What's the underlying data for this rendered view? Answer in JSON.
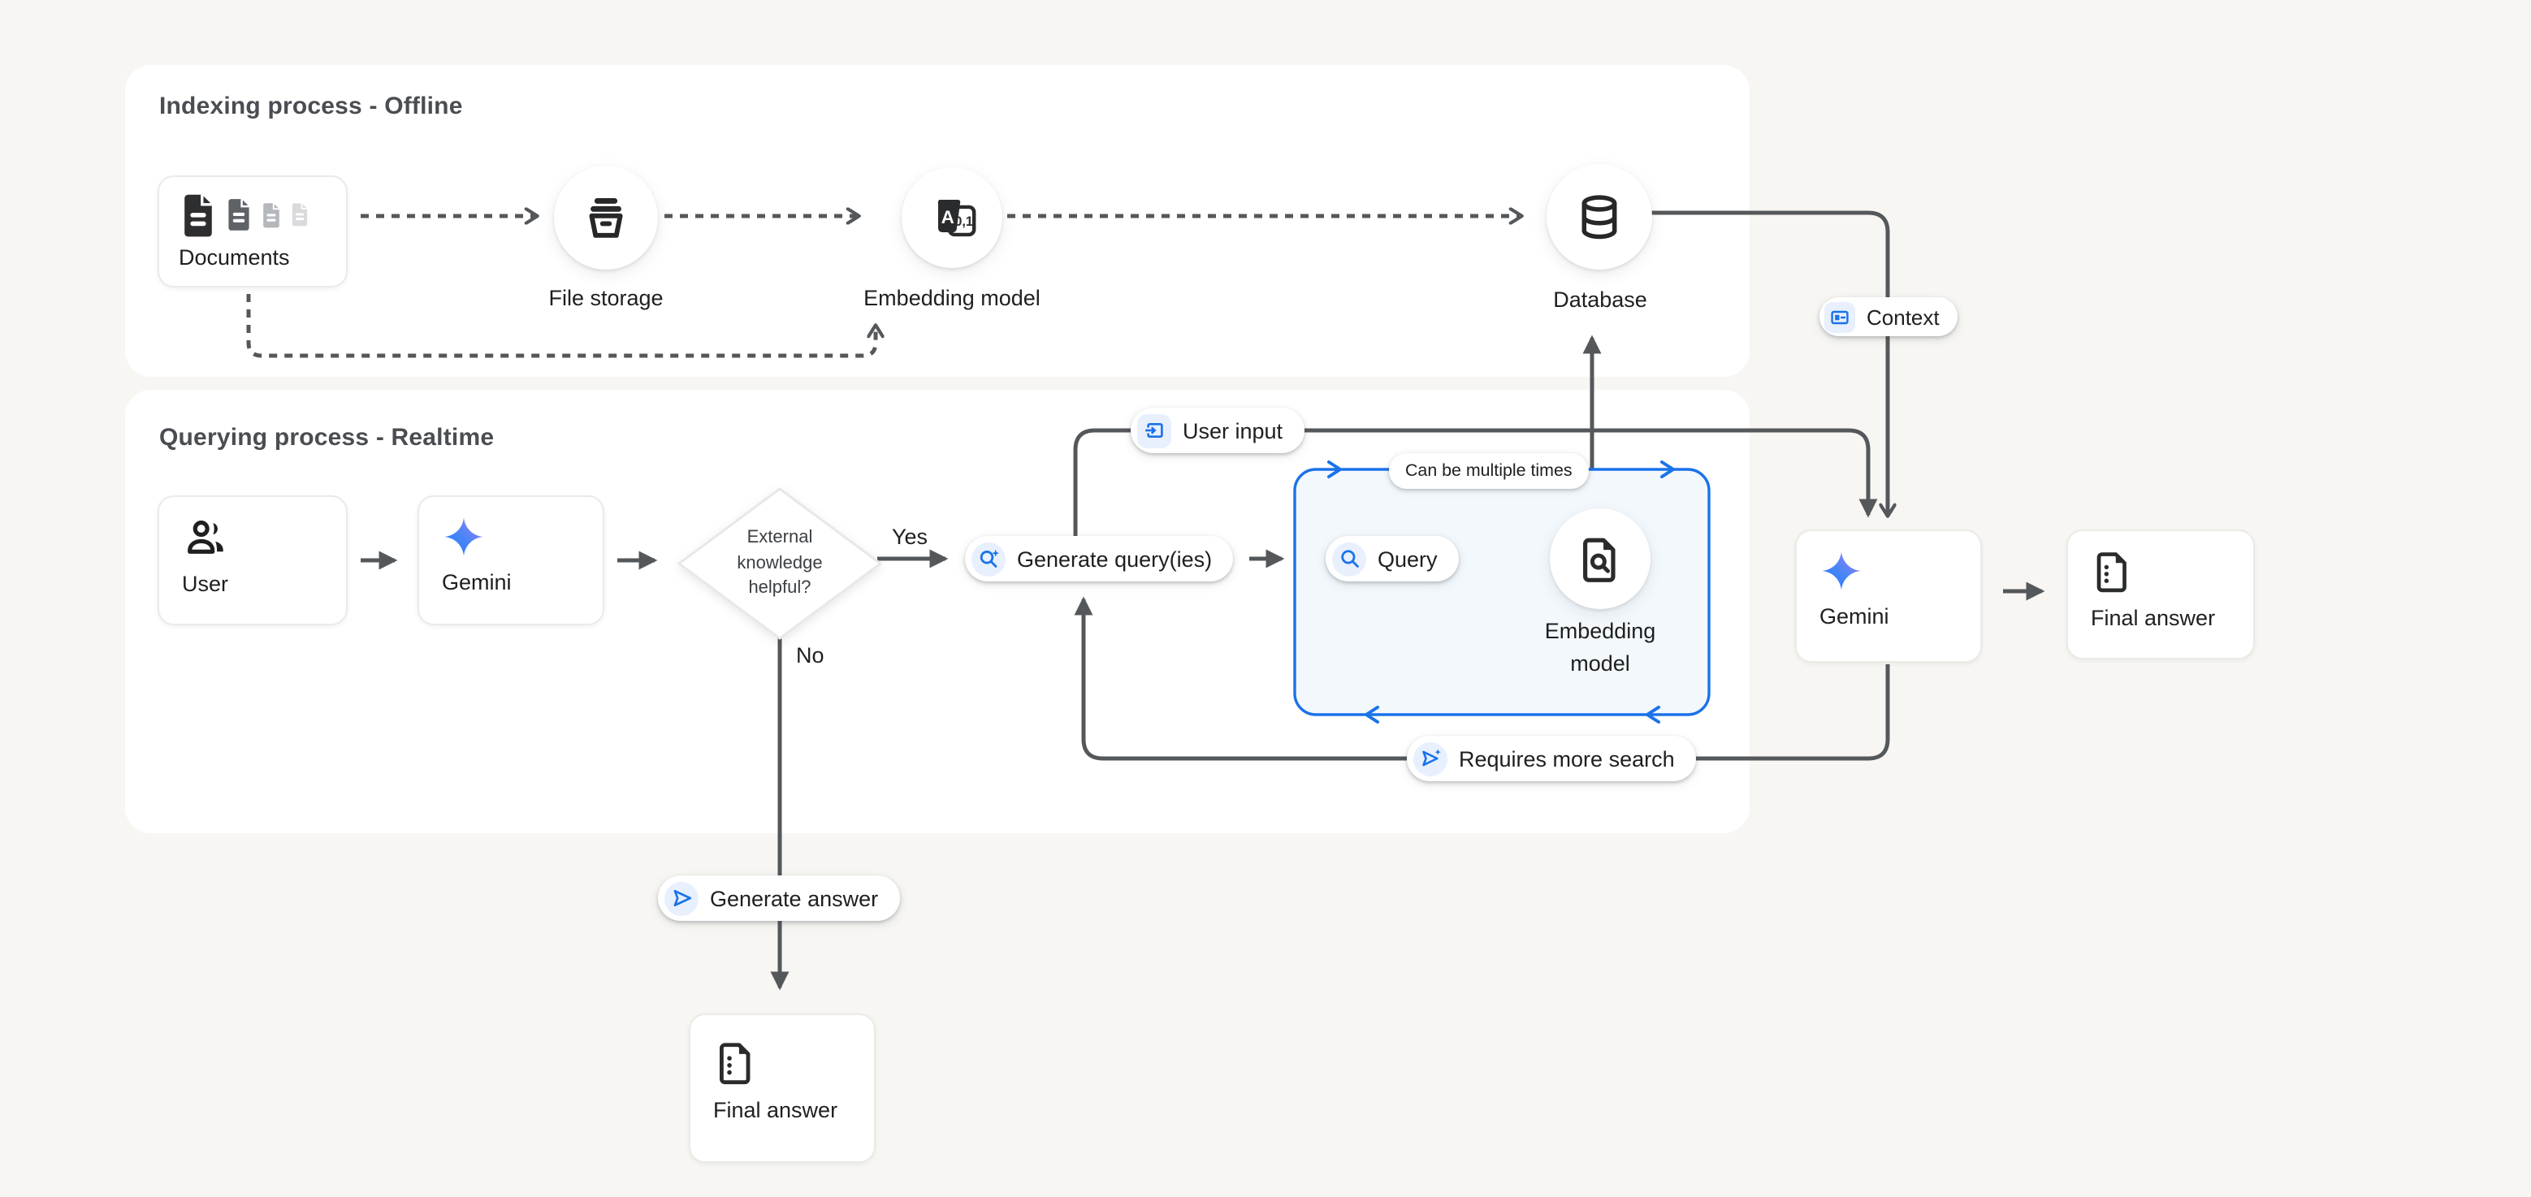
{
  "colors": {
    "background": "#f7f6f3",
    "panel": "#ffffff",
    "line_gray": "#55585b",
    "accent_blue": "#1a73e8",
    "icon_chip_bg": "#e8f0fe",
    "loop_box_fill": "#f3f8fd",
    "text_primary": "#1f1f1f",
    "title_gray": "#4a4d51"
  },
  "indexing_panel": {
    "title": "Indexing process - Offline",
    "documents_label": "Documents",
    "file_storage_label": "File storage",
    "embedding_model_label": "Embedding model",
    "database_label": "Database",
    "embedding_icon_letter": "A",
    "embedding_icon_digits": "0,1"
  },
  "querying_panel": {
    "title": "Querying process - Realtime",
    "user_label": "User",
    "gemini_label": "Gemini",
    "decision_label": "External knowledge helpful?",
    "yes_label": "Yes",
    "no_label": "No",
    "generate_queries_label": "Generate query(ies)",
    "query_label": "Query",
    "loop_note_label": "Can be multiple times",
    "embedding_model_label": "Embedding model"
  },
  "right_flow": {
    "context_label": "Context",
    "user_input_label": "User input",
    "requires_more_search_label": "Requires more search",
    "gemini_label": "Gemini",
    "final_answer_label": "Final answer"
  },
  "bottom_flow": {
    "generate_answer_label": "Generate answer",
    "final_answer_label": "Final answer"
  }
}
